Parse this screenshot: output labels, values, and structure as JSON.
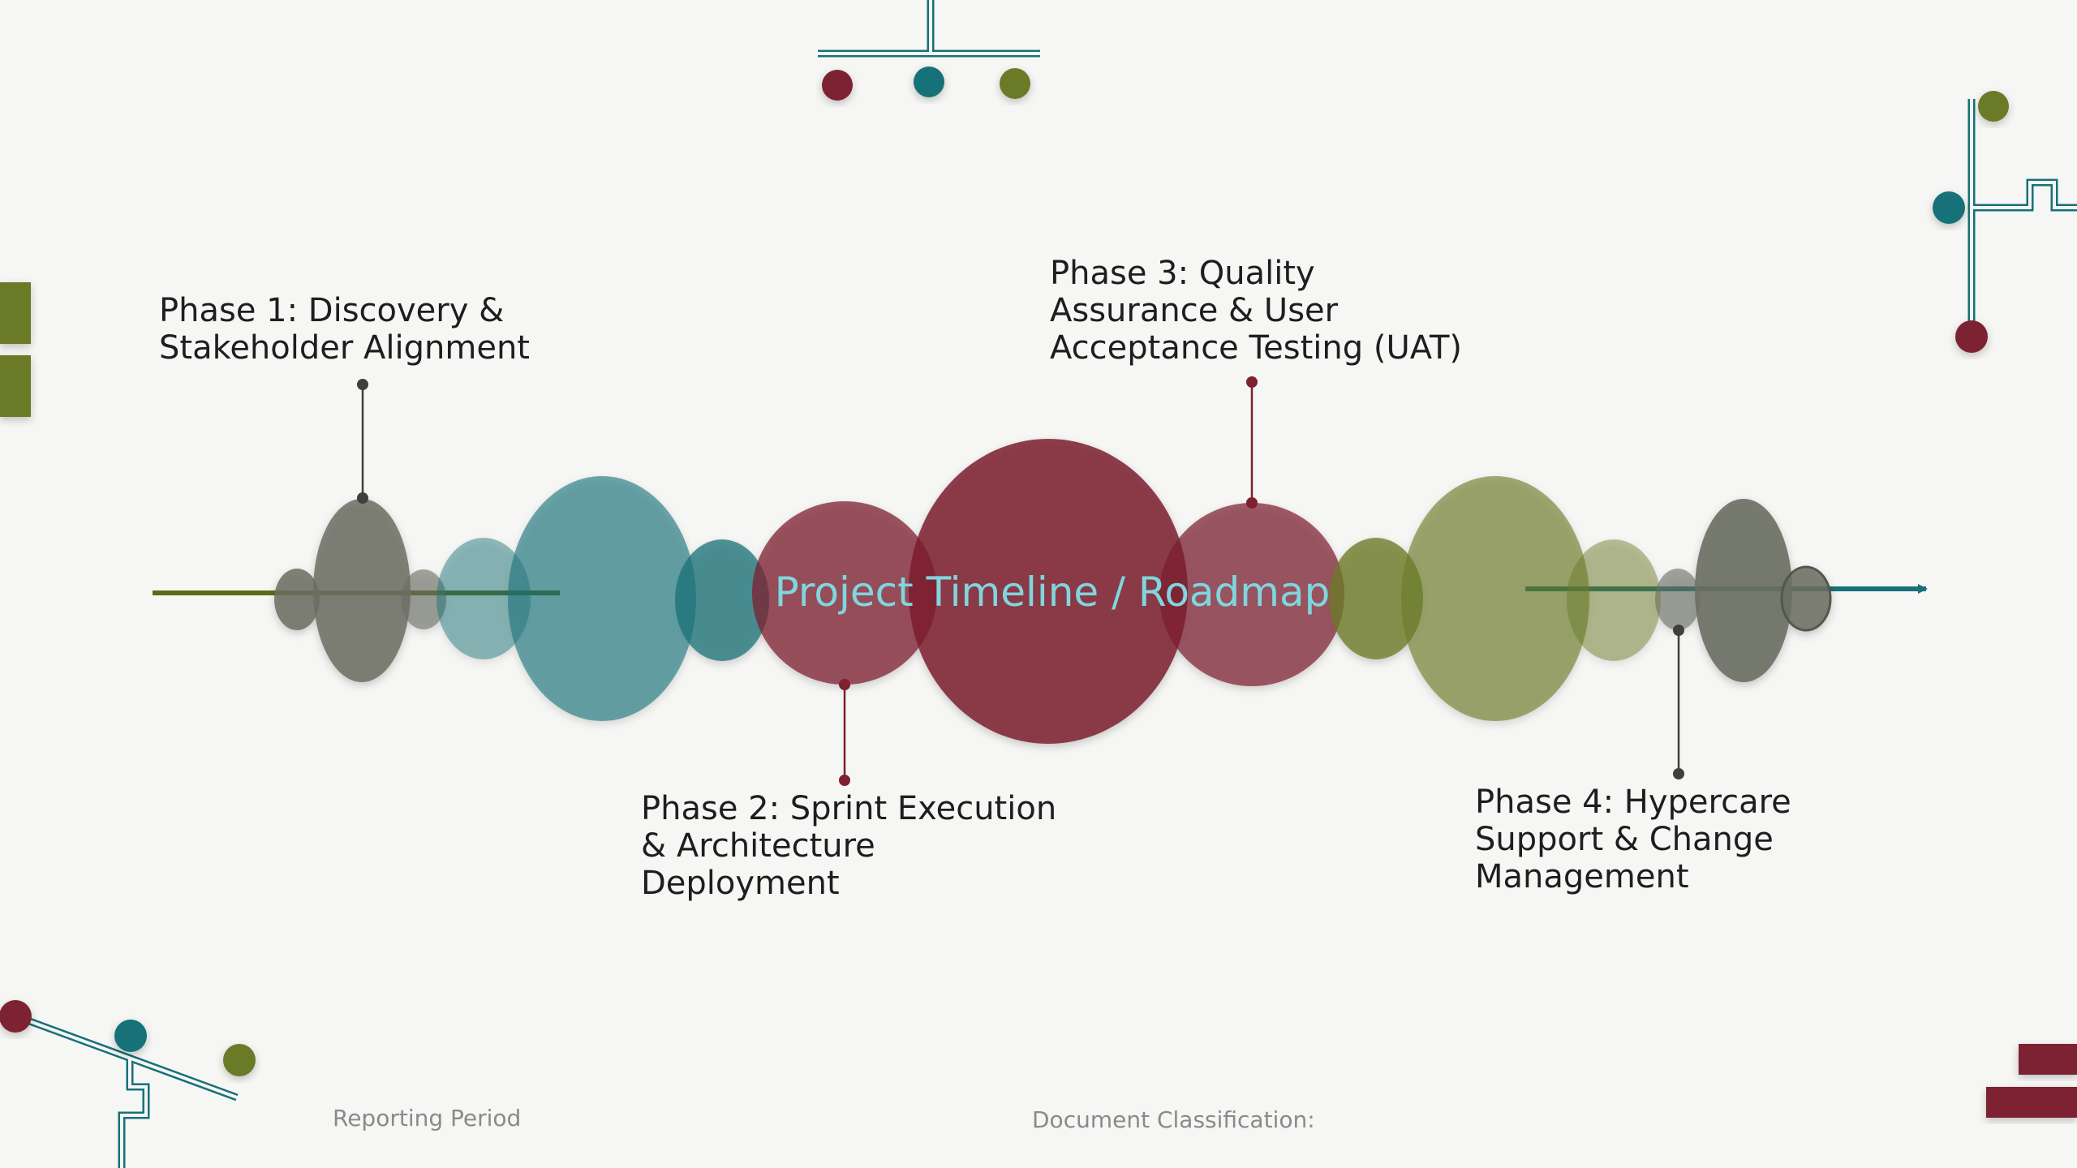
{
  "slide": {
    "title": "Project Timeline / Roadmap",
    "phases": [
      {
        "label": "Phase 1: Discovery &\nStakeholder Alignment"
      },
      {
        "label": "Phase 2: Sprint Execution\n& Architecture\nDeployment"
      },
      {
        "label": "Phase 3: Quality\nAssurance & User\nAcceptance Testing (UAT)"
      },
      {
        "label": "Phase 4: Hypercare\nSupport & Change\nManagement"
      }
    ],
    "footer": {
      "reporting_period": "Reporting Period",
      "classification": "Document Classification:"
    }
  },
  "colors": {
    "background": "#f6f6f4",
    "olive": "#6b7a26",
    "teal": "#177178",
    "maroon": "#7d2030",
    "gray": "#6b6e62",
    "title_text": "#7fd6de"
  }
}
